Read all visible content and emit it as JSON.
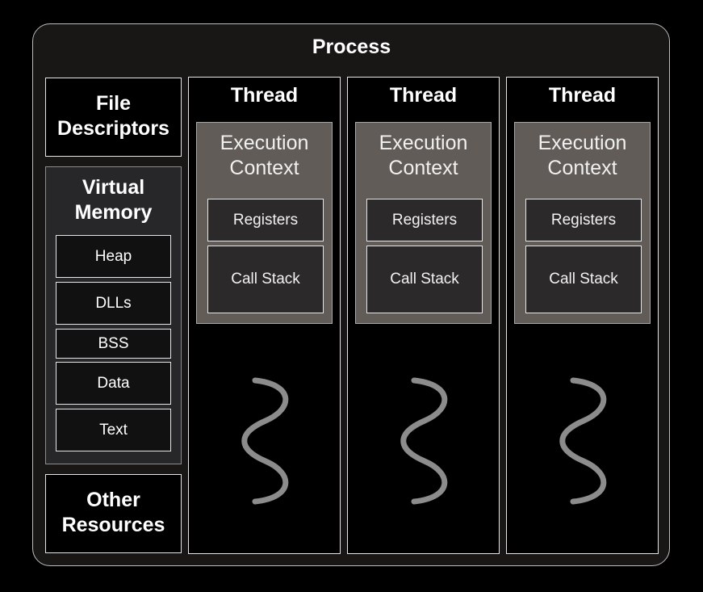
{
  "process": {
    "title": "Process"
  },
  "file_descriptors": {
    "line1": "File",
    "line2": "Descriptors"
  },
  "virtual_memory": {
    "line1": "Virtual",
    "line2": "Memory",
    "segments": [
      "Heap",
      "DLLs",
      "BSS",
      "Data",
      "Text"
    ]
  },
  "other_resources": {
    "line1": "Other",
    "line2": "Resources"
  },
  "threads": [
    {
      "title": "Thread",
      "context_line1": "Execution",
      "context_line2": "Context",
      "registers": "Registers",
      "call_stack": "Call Stack"
    },
    {
      "title": "Thread",
      "context_line1": "Execution",
      "context_line2": "Context",
      "registers": "Registers",
      "call_stack": "Call Stack"
    },
    {
      "title": "Thread",
      "context_line1": "Execution",
      "context_line2": "Context",
      "registers": "Registers",
      "call_stack": "Call Stack"
    }
  ],
  "colors": {
    "background": "#000000",
    "process_fill": "#181716",
    "execution_context_fill": "#625c58",
    "inner_box_fill": "#2b2929",
    "squiggle": "#8c8c8c"
  },
  "icons": {
    "thread_symbol": "wavy-line-icon"
  }
}
